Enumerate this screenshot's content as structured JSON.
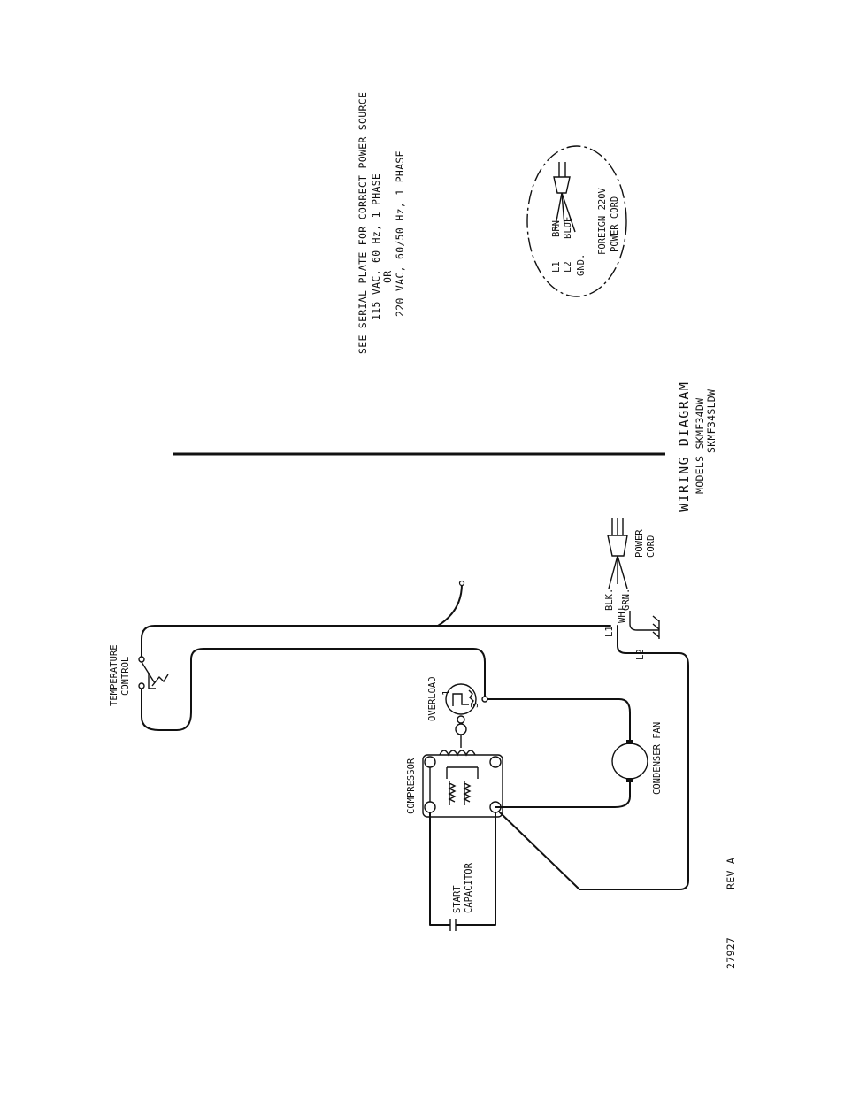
{
  "title": {
    "heading": "WIRING DIAGRAM",
    "models_line1": "MODELS SKMF34DW",
    "models_line2": "SKMF34SLDW"
  },
  "note": {
    "line1": "SEE SERIAL PLATE FOR CORRECT POWER SOURCE",
    "line2": "115 VAC, 60 Hz, 1 PHASE",
    "line3": "OR",
    "line4": "220 VAC, 60/50 Hz, 1 PHASE"
  },
  "foreign_cord": {
    "l1": "L1",
    "l2": "L2",
    "gnd": "GND.",
    "brn": "BRN",
    "blue": "BLUE",
    "caption1": "FOREIGN 220V",
    "caption2": "POWER CORD"
  },
  "components": {
    "temperature_control1": "TEMPERATURE",
    "temperature_control2": "CONTROL",
    "overload": "OVERLOAD",
    "overload_pins": [
      "1",
      "3"
    ],
    "compressor": "COMPRESSOR",
    "start_capacitor1": "START",
    "start_capacitor2": "CAPACITOR",
    "condenser_fan": "CONDENSER FAN",
    "power_cord1": "POWER",
    "power_cord2": "CORD"
  },
  "wires": {
    "l1": "L1",
    "l2": "L2",
    "blk": "BLK.",
    "wht": "WHT.",
    "grn": "GRN."
  },
  "footer": {
    "part_number": "27927",
    "revision": "REV A"
  },
  "colors": {
    "ink": "#111111",
    "background": "#ffffff"
  }
}
